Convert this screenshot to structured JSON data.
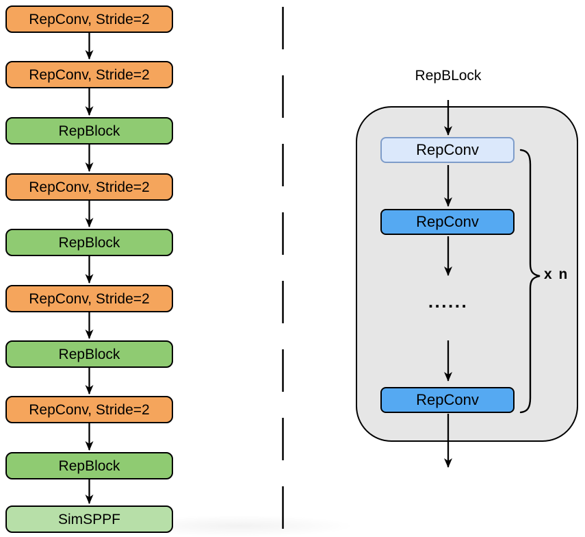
{
  "diagram": {
    "colors": {
      "orange_fill": "#F5A55C",
      "green_fill": "#8FCB72",
      "sppf_fill": "#B7DFA8",
      "light_blue_fill": "#DBE8FB",
      "light_blue_border": "#7E9CC9",
      "blue_fill": "#55A9F2",
      "container_fill": "#E6E6E6",
      "stroke": "#000000"
    },
    "backbone": {
      "blocks": [
        {
          "label": "RepConv, Stride=2",
          "kind": "repconv_stride2"
        },
        {
          "label": "RepConv, Stride=2",
          "kind": "repconv_stride2"
        },
        {
          "label": "RepBlock",
          "kind": "repblock"
        },
        {
          "label": "RepConv, Stride=2",
          "kind": "repconv_stride2"
        },
        {
          "label": "RepBlock",
          "kind": "repblock"
        },
        {
          "label": "RepConv, Stride=2",
          "kind": "repconv_stride2"
        },
        {
          "label": "RepBlock",
          "kind": "repblock"
        },
        {
          "label": "RepConv, Stride=2",
          "kind": "repconv_stride2"
        },
        {
          "label": "RepBlock",
          "kind": "repblock"
        },
        {
          "label": "SimSPPF",
          "kind": "simsppf"
        }
      ]
    },
    "detail": {
      "title": "RepBLock",
      "blocks": [
        {
          "label": "RepConv",
          "variant": "light"
        },
        {
          "label": "RepConv",
          "variant": "solid"
        },
        {
          "label": "RepConv",
          "variant": "solid"
        }
      ],
      "ellipsis": "......",
      "repeat_label": "x n"
    }
  }
}
